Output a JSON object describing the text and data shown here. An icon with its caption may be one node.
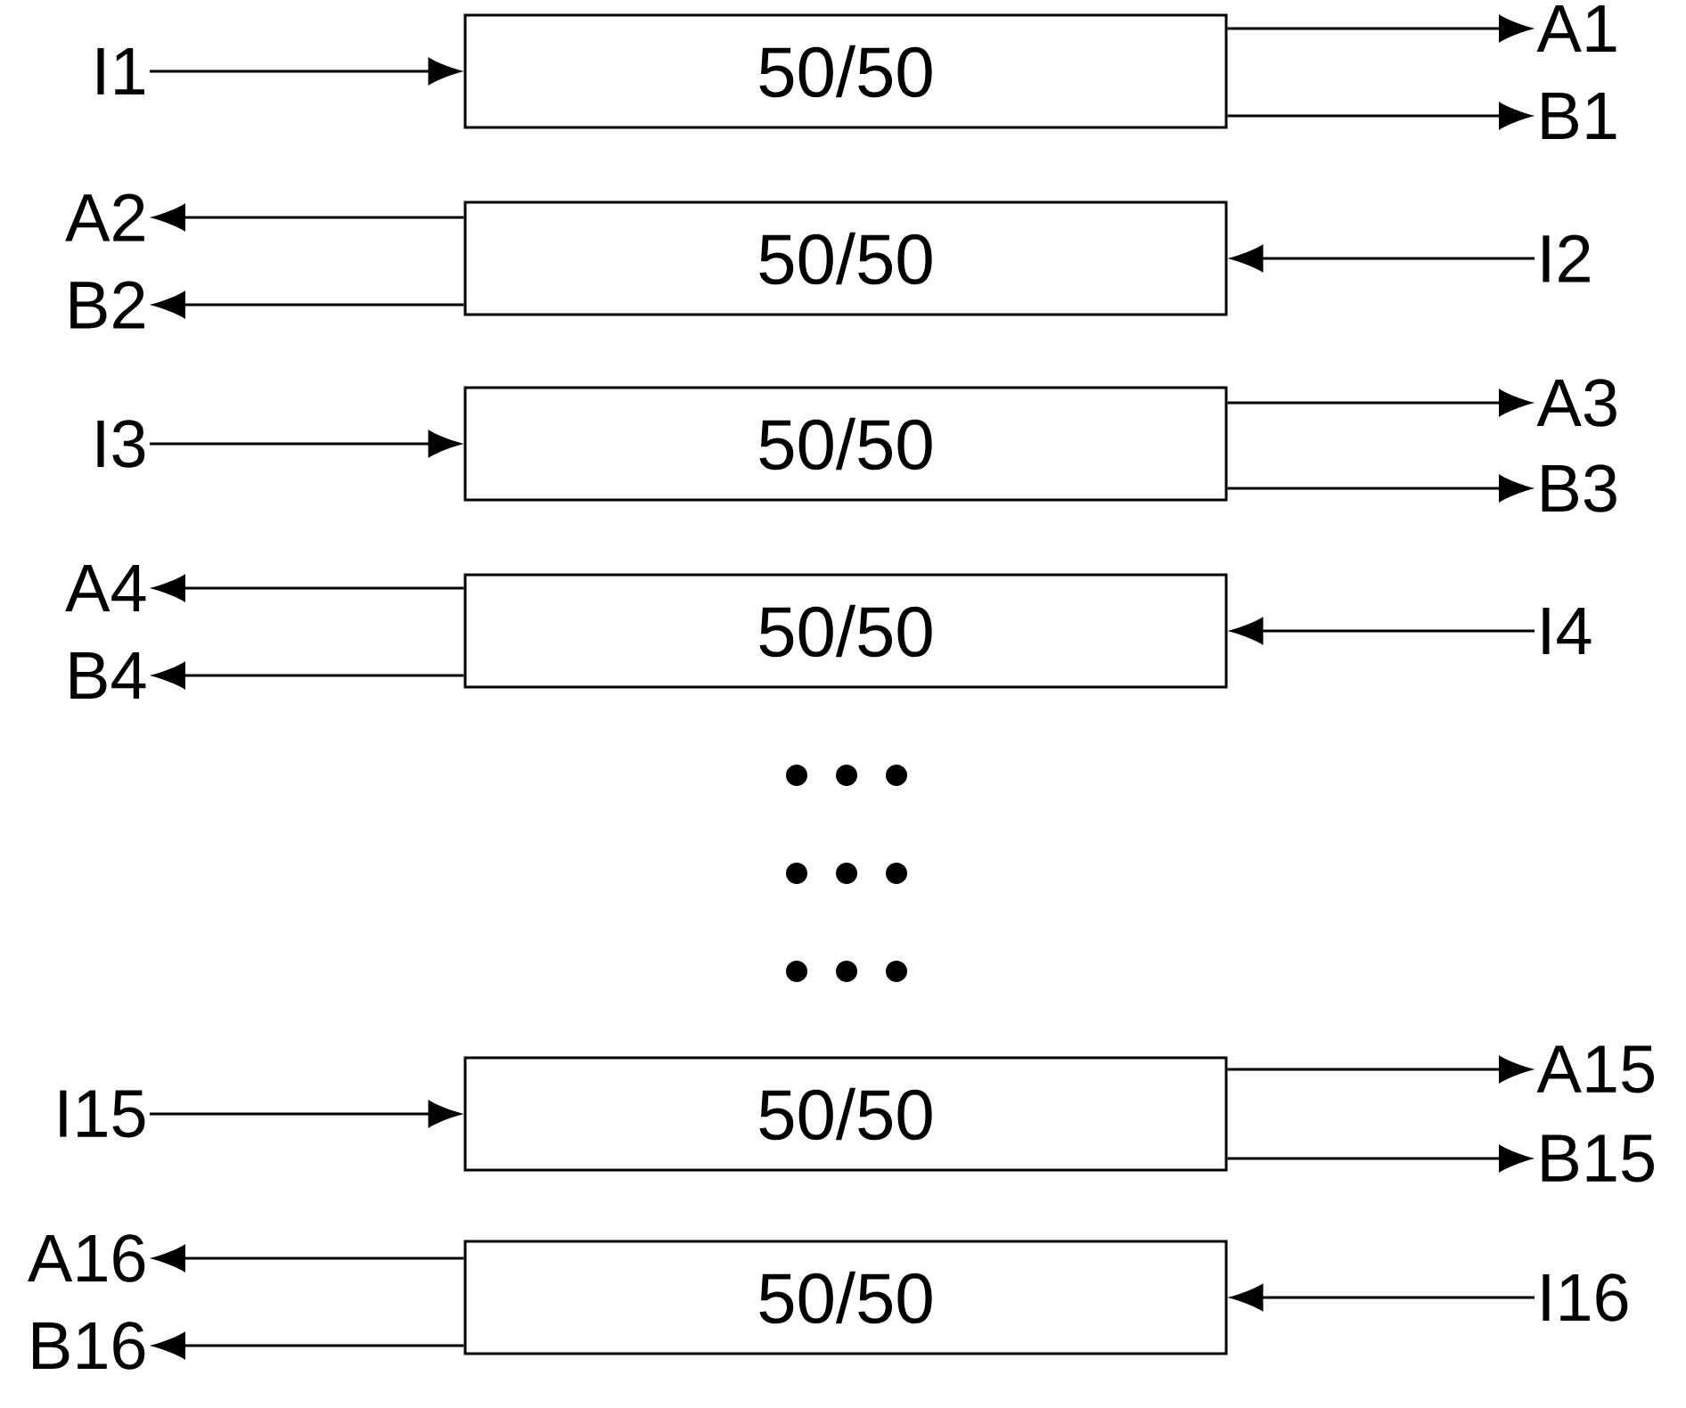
{
  "diagram": {
    "nodes": [
      {
        "text": [
          "I1"
        ]
      },
      {
        "text": [
          "50/50"
        ]
      },
      {
        "text": [
          "A1"
        ]
      },
      {
        "text": [
          "B1"
        ]
      },
      {
        "text": [
          "A2"
        ]
      },
      {
        "text": [
          "50/50"
        ]
      },
      {
        "text": [
          "I2"
        ]
      },
      {
        "text": [
          "B2"
        ]
      },
      {
        "text": [
          "I3"
        ]
      },
      {
        "text": [
          "50/50"
        ]
      },
      {
        "text": [
          "A3"
        ]
      },
      {
        "text": [
          "B3"
        ]
      },
      {
        "text": [
          "A4"
        ]
      },
      {
        "text": [
          "50/50"
        ]
      },
      {
        "text": [
          "I4"
        ]
      },
      {
        "text": [
          "B4"
        ]
      },
      {
        "text": [
          "I15"
        ]
      },
      {
        "text": [
          "50/50"
        ]
      },
      {
        "text": [
          "A15"
        ]
      },
      {
        "text": [
          "B15"
        ]
      },
      {
        "text": [
          "A16"
        ]
      },
      {
        "text": [
          "50/50"
        ]
      },
      {
        "text": [
          "I16"
        ]
      },
      {
        "text": [
          "B16"
        ]
      }
    ],
    "edges": [
      {
        "from": 0,
        "to": 1,
        "arrow": "to"
      },
      {
        "from": 1,
        "to": 2,
        "arrow": "to"
      },
      {
        "from": 1,
        "to": 3,
        "arrow": "to"
      },
      {
        "from": 6,
        "to": 5,
        "arrow": "to"
      },
      {
        "from": 5,
        "to": 4,
        "arrow": "to"
      },
      {
        "from": 5,
        "to": 7,
        "arrow": "to"
      },
      {
        "from": 8,
        "to": 9,
        "arrow": "to"
      },
      {
        "from": 9,
        "to": 10,
        "arrow": "to"
      },
      {
        "from": 9,
        "to": 11,
        "arrow": "to"
      },
      {
        "from": 14,
        "to": 13,
        "arrow": "to"
      },
      {
        "from": 13,
        "to": 12,
        "arrow": "to"
      },
      {
        "from": 13,
        "to": 15,
        "arrow": "to"
      },
      {
        "from": 16,
        "to": 17,
        "arrow": "to"
      },
      {
        "from": 17,
        "to": 18,
        "arrow": "to"
      },
      {
        "from": 17,
        "to": 19,
        "arrow": "to"
      },
      {
        "from": 22,
        "to": 21,
        "arrow": "to"
      },
      {
        "from": 21,
        "to": 20,
        "arrow": "to"
      },
      {
        "from": 21,
        "to": 23,
        "arrow": "to"
      }
    ]
  }
}
